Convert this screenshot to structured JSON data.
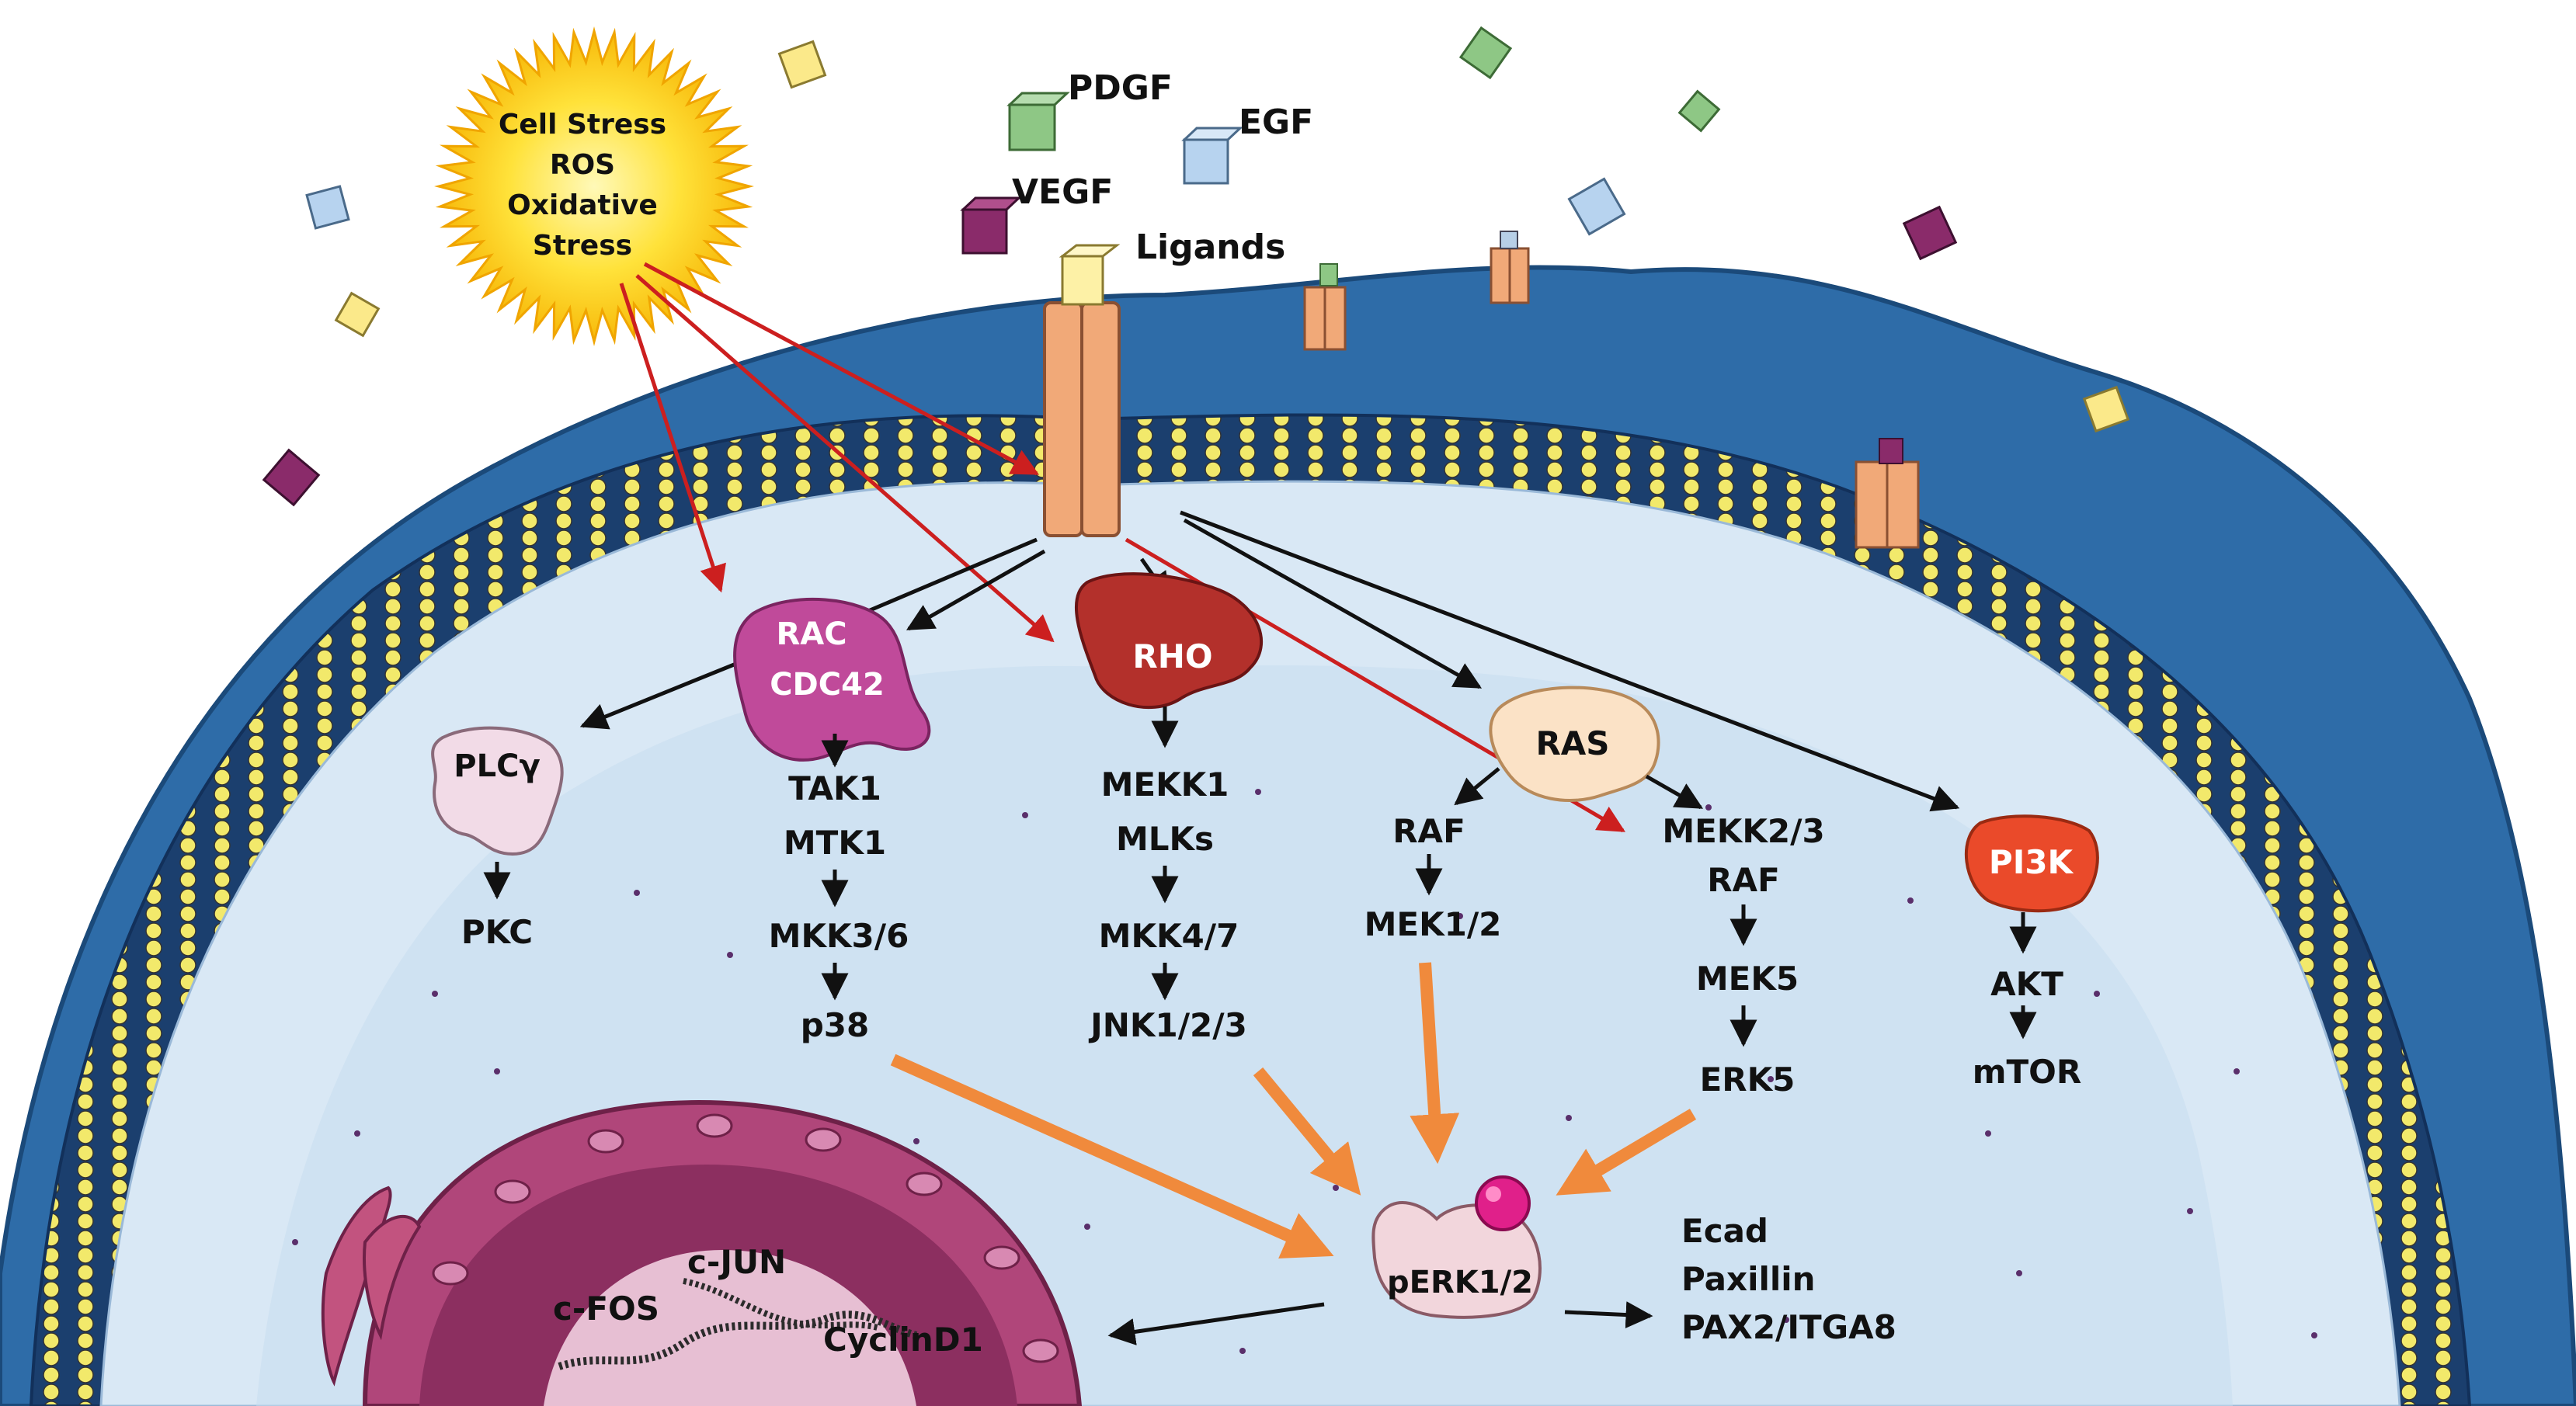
{
  "stress": {
    "lines": [
      "Cell Stress",
      "ROS",
      "Oxidative",
      "Stress"
    ]
  },
  "ligands": {
    "pdgf": "PDGF",
    "egf": "EGF",
    "vegf": "VEGF",
    "ligands": "Ligands"
  },
  "proteins": {
    "rac": "RAC",
    "cdc42": "CDC42",
    "rho": "RHO",
    "ras": "RAS",
    "plcg": "PLCγ",
    "pi3k": "PI3K",
    "perk": "pERK1/2"
  },
  "pathways": {
    "plc": [
      "PKC"
    ],
    "p38": [
      "TAK1",
      "MTK1",
      "MKK3/6",
      "p38"
    ],
    "jnk": [
      "MEKK1",
      "MLKs",
      "MKK4/7",
      "JNK1/2/3"
    ],
    "erk12": [
      "RAF",
      "MEK1/2"
    ],
    "erk5": [
      "MEKK2/3",
      "RAF",
      "MEK5",
      "ERK5"
    ],
    "akt": [
      "AKT",
      "mTOR"
    ]
  },
  "targets": [
    "Ecad",
    "Paxillin",
    "PAX2/ITGA8"
  ],
  "nucleus": {
    "cfos": "c-FOS",
    "cjun": "c-JUN",
    "cyclin": "CyclinD1"
  },
  "colors": {
    "cell_blue": "#2e6ca8",
    "cytoplasm": "#d9e8f5",
    "lipid_head": "#f2e96b",
    "receptor": "#f1a978",
    "rac": "#c04a9a",
    "rho": "#b3302b",
    "ras": "#fbe2c6",
    "pi3k": "#ea4a2a",
    "perk": "#f2d6dc",
    "phospho": "#e0208a",
    "orange_arrow": "#f08a3c",
    "red_arrow": "#cc1f1f",
    "nucleus": "#b0467a"
  }
}
